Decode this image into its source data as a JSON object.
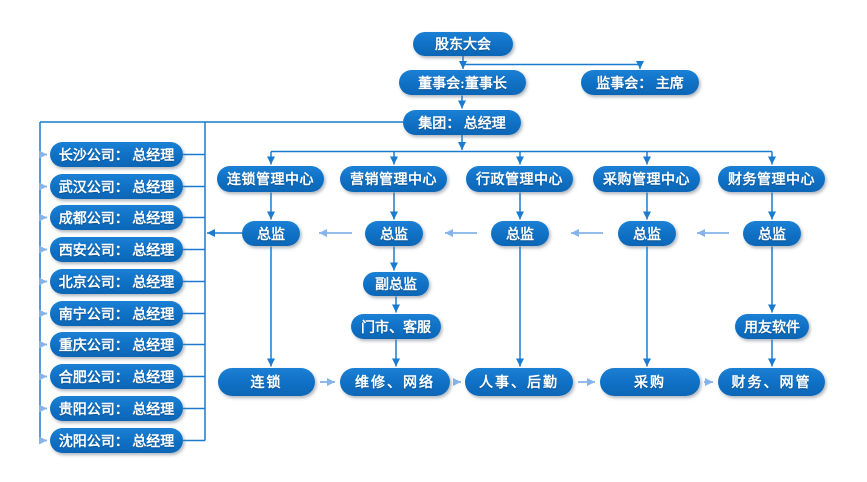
{
  "colors": {
    "node_fill": "#0F70C4",
    "line": "#1A7BD0",
    "light_arrow": "#85B3EA",
    "text": "#FFFFFF",
    "background": "#FFFFFF"
  },
  "org": {
    "shareholders": "股东大会",
    "board": "董事会:董事长",
    "supervisory": "监事会： 主席",
    "group": "集团： 总经理",
    "centers": [
      "连锁管理中心",
      "营销管理中心",
      "行政管理中心",
      "采购管理中心",
      "财务管理中心"
    ],
    "directors": [
      "总监",
      "总监",
      "总监",
      "总监",
      "总监"
    ],
    "deputy_director": "副总监",
    "store_service": "门市、客服",
    "software": "用友软件",
    "departments": [
      "连锁",
      "维修、网络",
      "人事、后勤",
      "采购",
      "财务、网管"
    ],
    "companies": [
      "长沙公司： 总经理",
      "武汉公司： 总经理",
      "成都公司： 总经理",
      "西安公司： 总经理",
      "北京公司： 总经理",
      "南宁公司： 总经理",
      "重庆公司： 总经理",
      "合肥公司： 总经理",
      "贵阳公司： 总经理",
      "沈阳公司： 总经理"
    ]
  }
}
